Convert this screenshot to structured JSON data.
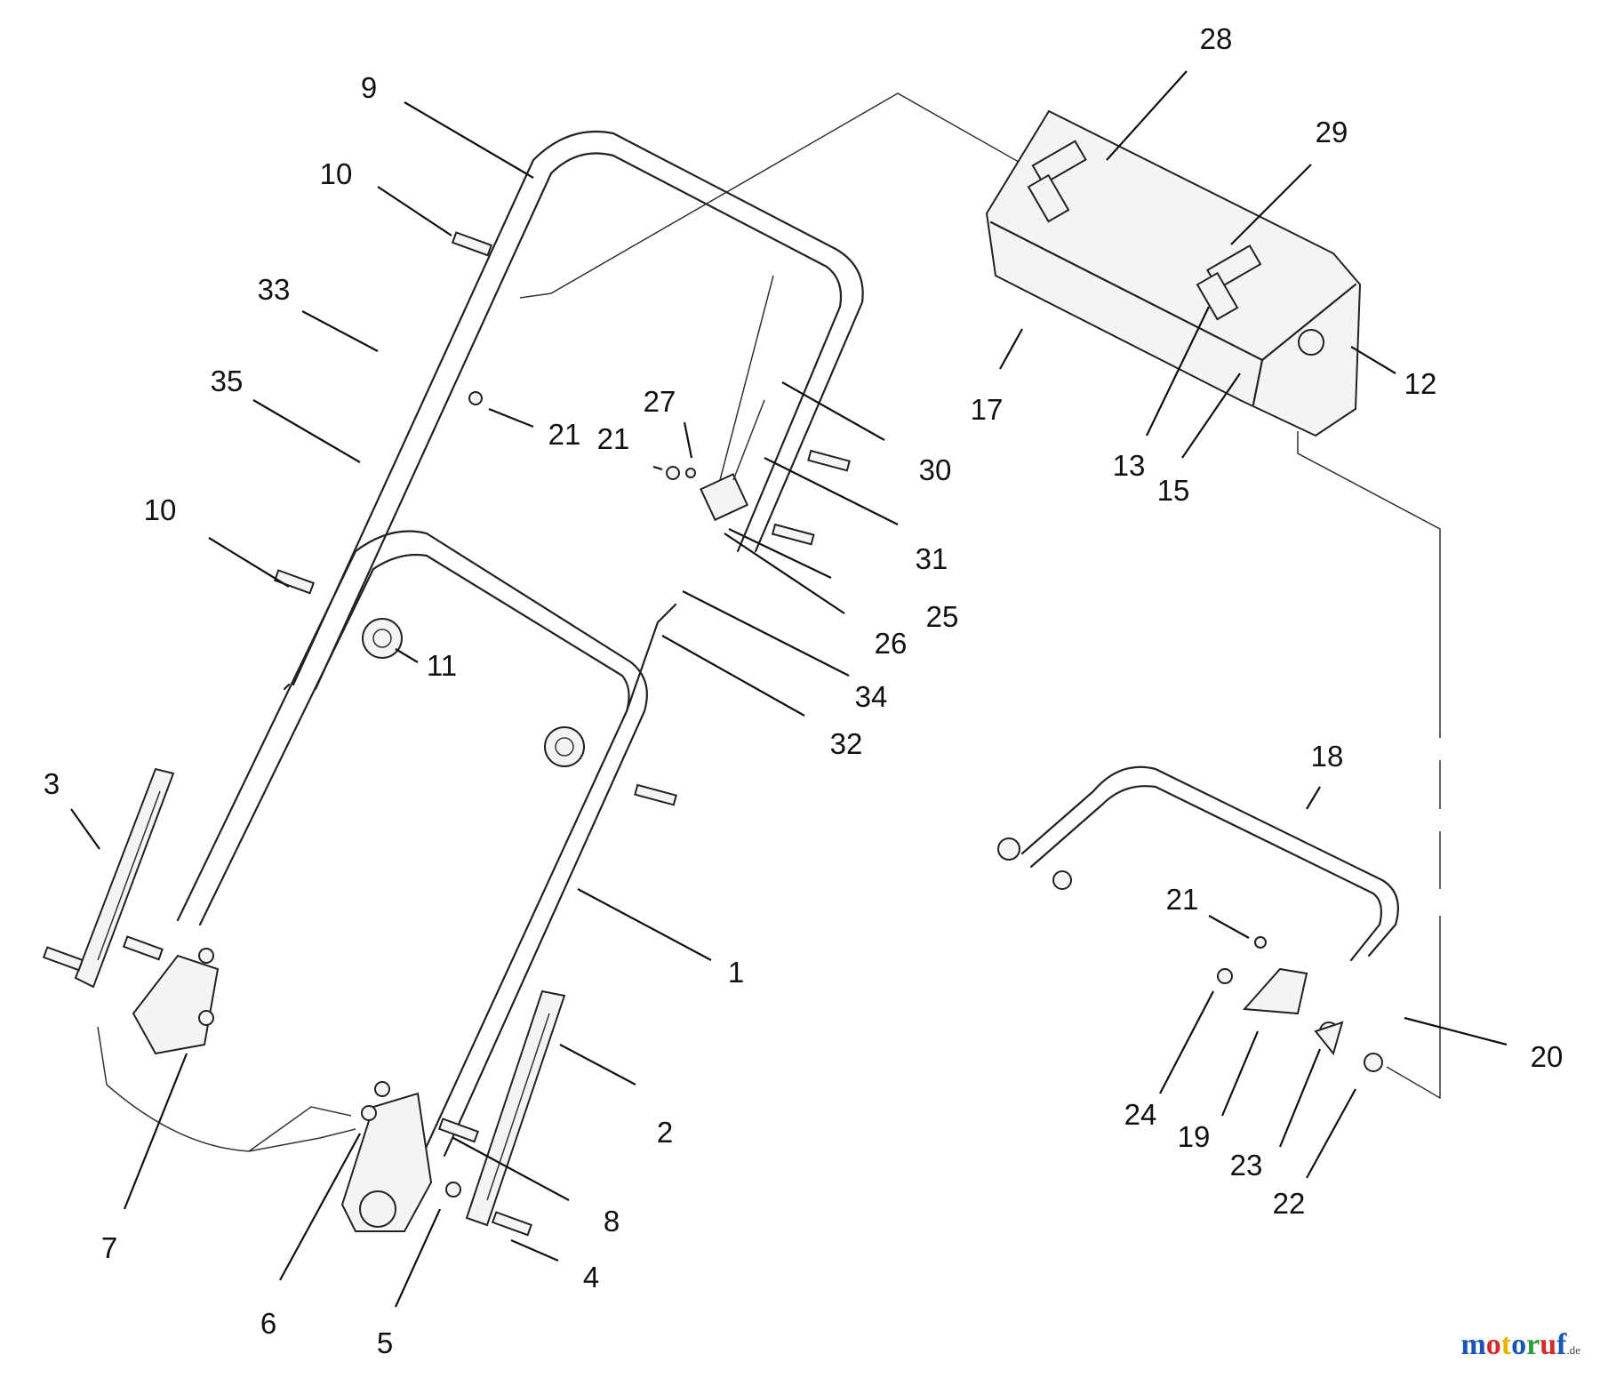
{
  "diagram": {
    "callouts": [
      "1",
      "2",
      "3",
      "4",
      "5",
      "6",
      "7",
      "8",
      "9",
      "10",
      "10",
      "11",
      "12",
      "13",
      "15",
      "17",
      "18",
      "19",
      "20",
      "21",
      "21",
      "21",
      "22",
      "23",
      "24",
      "25",
      "26",
      "27",
      "28",
      "29",
      "30",
      "31",
      "32",
      "33",
      "34",
      "35"
    ]
  },
  "watermark": {
    "text": "motoruf",
    "tld": ".de",
    "colors": [
      "#1a56b8",
      "#d42a2a",
      "#e9b400",
      "#1a56b8",
      "#2e9b3b",
      "#d42a2a",
      "#1a56b8"
    ]
  }
}
